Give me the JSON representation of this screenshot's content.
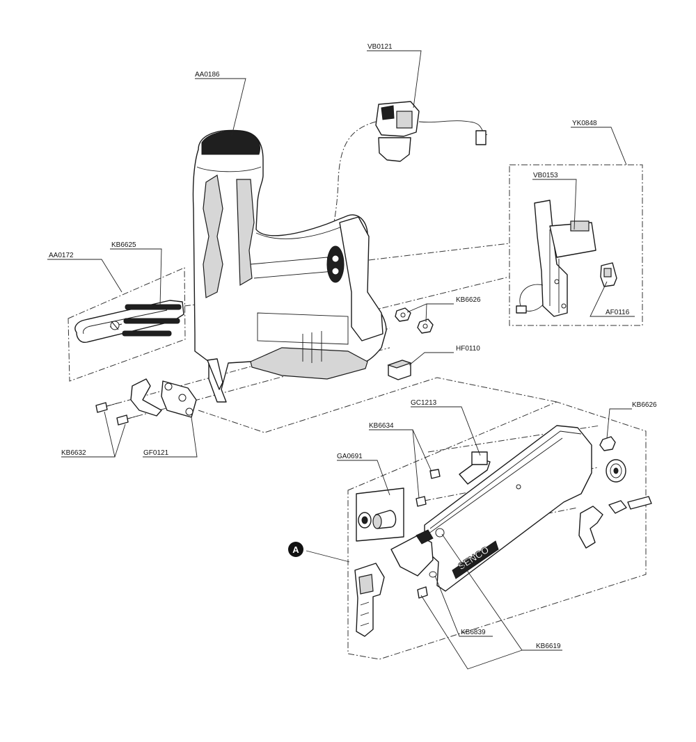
{
  "part_labels": {
    "vb0121": "VB0121",
    "aa0186": "AA0186",
    "yk0848": "YK0848",
    "vb0153": "VB0153",
    "kb6625": "KB6625",
    "aa0172": "AA0172",
    "kb6626_top": "KB6626",
    "af0116": "AF0116",
    "hf0110": "HF0110",
    "gc1213": "GC1213",
    "kb6626_right": "KB6626",
    "kb6634": "KB6634",
    "ga0691": "GA0691",
    "kb6632": "KB6632",
    "gf0121": "GF0121",
    "kb6839": "KB6839",
    "kb6619": "KB6619"
  },
  "callout_marker": "A",
  "brand_text": "SENCO"
}
